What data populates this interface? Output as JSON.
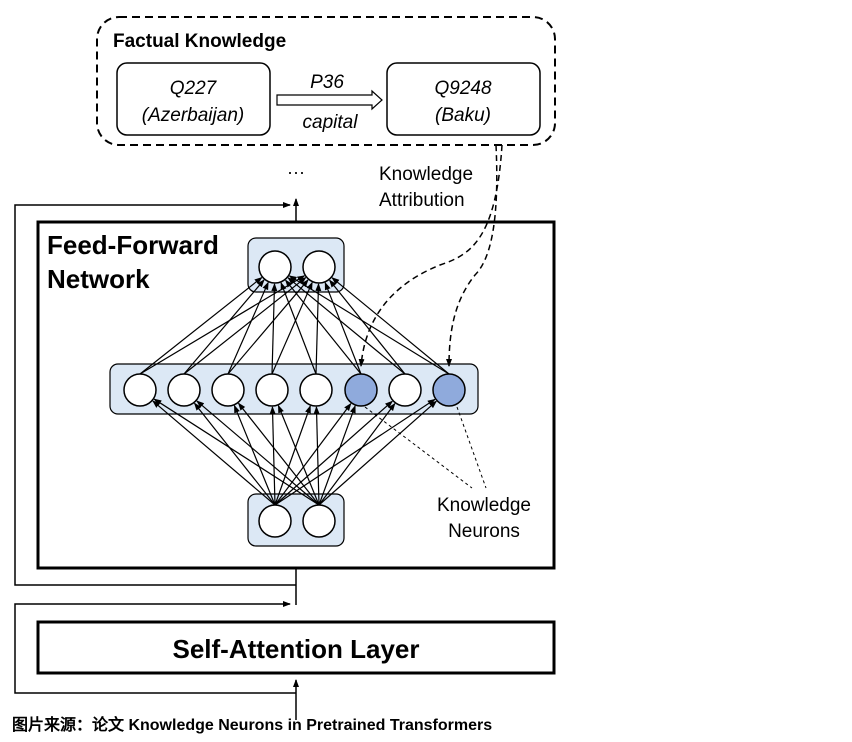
{
  "factual_box": {
    "title": "Factual Knowledge",
    "subject": {
      "id": "Q227",
      "label": "(Azerbaijan)"
    },
    "relation": {
      "id": "P36",
      "label": "capital"
    },
    "object": {
      "id": "Q9248",
      "label": "(Baku)"
    }
  },
  "ellipsis": "···",
  "attribution_label": [
    "Knowledge",
    "Attribution"
  ],
  "ffn": {
    "title_line1": "Feed-Forward",
    "title_line2": "Network",
    "top_neurons": 2,
    "middle_neurons": 8,
    "bottom_neurons": 2,
    "knowledge_neuron_indices": [
      5,
      7
    ]
  },
  "neurons_label": [
    "Knowledge",
    "Neurons"
  ],
  "self_attention": "Self-Attention Layer",
  "caption": "图片来源：论文 Knowledge Neurons in Pretrained Transformers",
  "colors": {
    "layer_fill": "#dce8f5",
    "knowledge_neuron": "#8faadc",
    "stroke": "#000000"
  }
}
